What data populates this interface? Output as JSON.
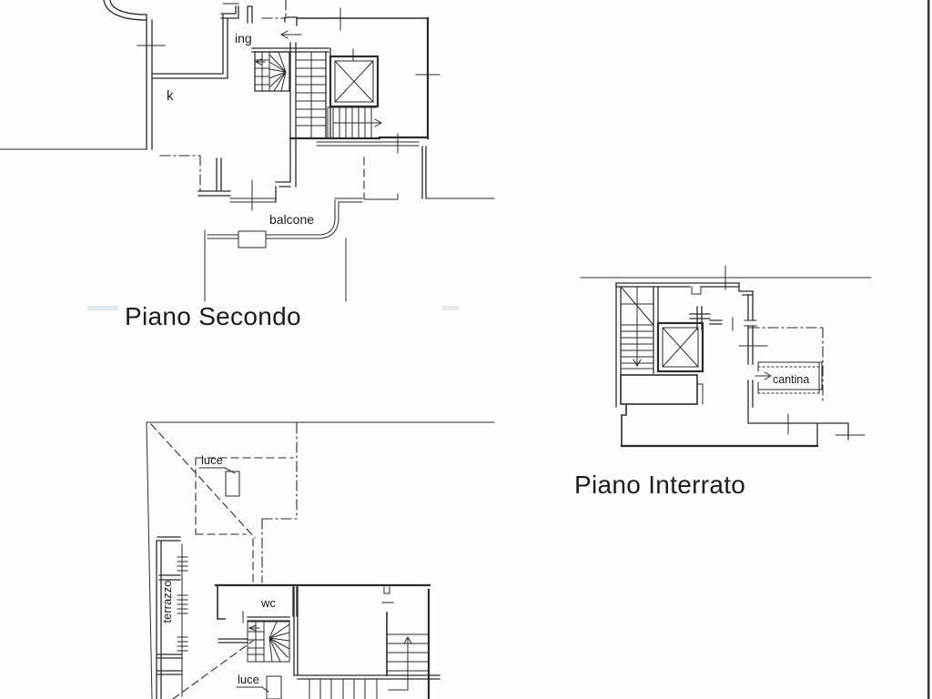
{
  "document": {
    "kind": "scanned floor plan drawing",
    "paper_color": "#fdfdfc",
    "ink_color": "#2b2b2b"
  },
  "plans": {
    "piano_secondo": {
      "title": "Piano Secondo",
      "labels": {
        "ingresso": "ing",
        "kitchen": "k",
        "balcony": "balcone"
      }
    },
    "piano_interrato": {
      "title": "Piano Interrato",
      "labels": {
        "cellar": "cantina"
      }
    },
    "lower_plan": {
      "labels": {
        "skylight_upper": "luce",
        "terrace": "terrazzo",
        "toilet": "wc",
        "skylight_lower": "luce"
      }
    }
  }
}
